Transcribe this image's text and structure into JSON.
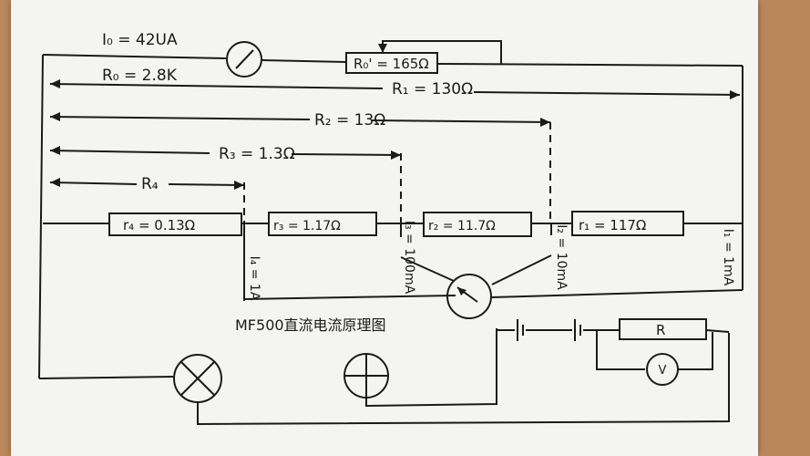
{
  "labels": {
    "i0": "I₀ = 42UA",
    "r0": "R₀ = 2.8K",
    "r0_prime": "R₀' = 165Ω",
    "r1_total": "R₁ = 130Ω",
    "r2_total": "R₂ = 13Ω",
    "r3_total": "R₃ = 1.3Ω",
    "r4_total": "R₄",
    "r4": "r₄ = 0.13Ω",
    "r3": "r₃ = 1.17Ω",
    "r2": "r₂ = 11.7Ω",
    "r1": "r₁ = 117Ω",
    "i4": "I₄ = 1A",
    "i3": "I₃ = 100mA",
    "i2": "I₂ = 10mA",
    "i1": "I₁ = 1mA",
    "title": "MF500直流电流原理图",
    "r_load": "R",
    "voltmeter": "V"
  },
  "colors": {
    "ink": "#1a1a1a",
    "paper": "#f4f5f3",
    "table": "#b9875a"
  }
}
